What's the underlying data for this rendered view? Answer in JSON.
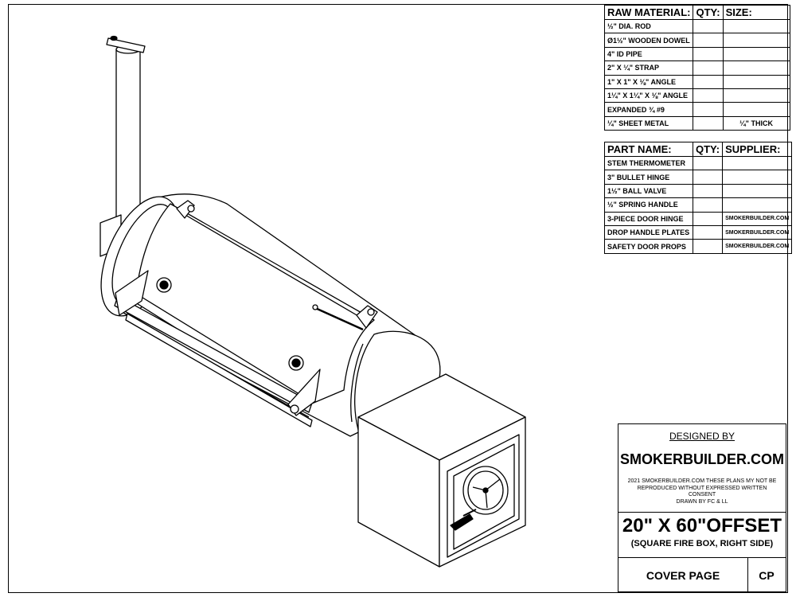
{
  "raw_material": {
    "headers": [
      "RAW MATERIAL:",
      "QTY:",
      "SIZE:"
    ],
    "rows": [
      {
        "name": "½\" DIA. ROD",
        "qty": "",
        "size": ""
      },
      {
        "name": "Ø1½\" WOODEN DOWEL",
        "qty": "",
        "size": ""
      },
      {
        "name": "4\" ID PIPE",
        "qty": "",
        "size": ""
      },
      {
        "name": "2\" X ¼\" STRAP",
        "qty": "",
        "size": ""
      },
      {
        "name": "1\" X 1\" X ⅛\" ANGLE",
        "qty": "",
        "size": ""
      },
      {
        "name": "1¼\" X 1¼\" X ⅛\" ANGLE",
        "qty": "",
        "size": ""
      },
      {
        "name": "EXPANDED ¾ #9",
        "qty": "",
        "size": ""
      },
      {
        "name": "¼\" SHEET METAL",
        "qty": "",
        "size": "¼\" THICK"
      }
    ]
  },
  "parts": {
    "headers": [
      "PART NAME:",
      "QTY:",
      "SUPPLIER:"
    ],
    "rows": [
      {
        "name": "STEM THERMOMETER",
        "qty": "",
        "supplier": ""
      },
      {
        "name": "3\" BULLET HINGE",
        "qty": "",
        "supplier": ""
      },
      {
        "name": "1½\" BALL VALVE",
        "qty": "",
        "supplier": ""
      },
      {
        "name": "½\" SPRING HANDLE",
        "qty": "",
        "supplier": ""
      },
      {
        "name": "3-PIECE DOOR HINGE",
        "qty": "",
        "supplier": "SMOKERBUILDER.COM"
      },
      {
        "name": "DROP HANDLE PLATES",
        "qty": "",
        "supplier": "SMOKERBUILDER.COM"
      },
      {
        "name": "SAFETY DOOR PROPS",
        "qty": "",
        "supplier": "SMOKERBUILDER.COM"
      }
    ]
  },
  "title_block": {
    "designed_by": "DESIGNED BY",
    "company": "SMOKERBUILDER.COM",
    "notice_line1": "2021 SMOKERBUILDER.COM THESE PLANS MY NOT BE",
    "notice_line2": "REPRODUCED WITHOUT EXPRESSED WRITTEN CONSENT",
    "notice_line3": "DRAWN BY FC & LL",
    "title": "20\" X 60\"OFFSET",
    "subtitle": "(SQUARE FIRE BOX, RIGHT SIDE)",
    "page_name": "COVER PAGE",
    "page_code": "CP"
  }
}
